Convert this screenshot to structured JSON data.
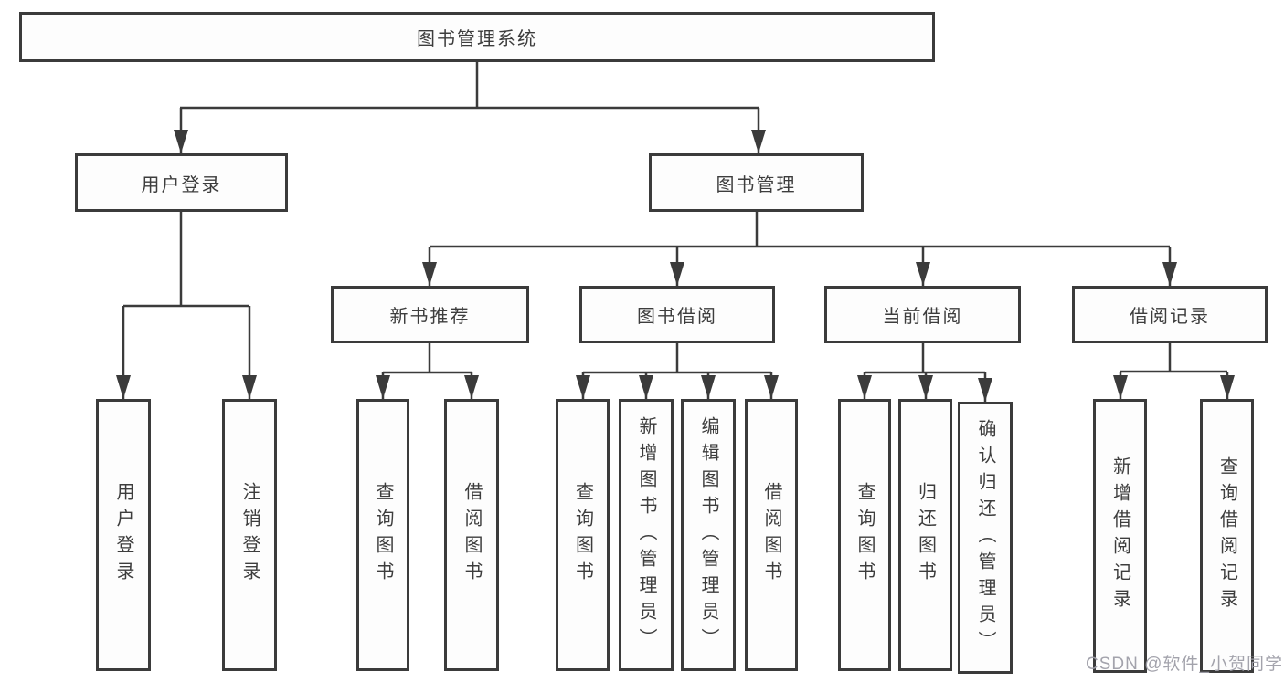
{
  "diagram": {
    "root": "图书管理系统",
    "level2": {
      "user_login": "用户登录",
      "book_management": "图书管理"
    },
    "level3": {
      "new_book_recommend": "新书推荐",
      "book_borrowing": "图书借阅",
      "current_borrowing": "当前借阅",
      "borrowing_records": "借阅记录"
    },
    "level4": {
      "under_user_login": [
        "用户登录",
        "注销登录"
      ],
      "under_new_book_recommend": [
        "查询图书",
        "借阅图书"
      ],
      "under_book_borrowing": [
        "查询图书",
        "新增图书（管理员）",
        "编辑图书（管理员）",
        "借阅图书"
      ],
      "under_current_borrowing": [
        "查询图书",
        "归还图书",
        "确认归还（管理员）"
      ],
      "under_borrowing_records": [
        "新增借阅记录",
        "查询借阅记录"
      ]
    }
  },
  "watermark": "CSDN @软件_小贺同学",
  "colors": {
    "line": "#3b3b3b",
    "box_border": "#3b3b3b",
    "box_background": "#fdfdfd",
    "text": "#3d3d3d",
    "watermark_text": "#9e9ea8",
    "page_background": "#ffffff"
  }
}
